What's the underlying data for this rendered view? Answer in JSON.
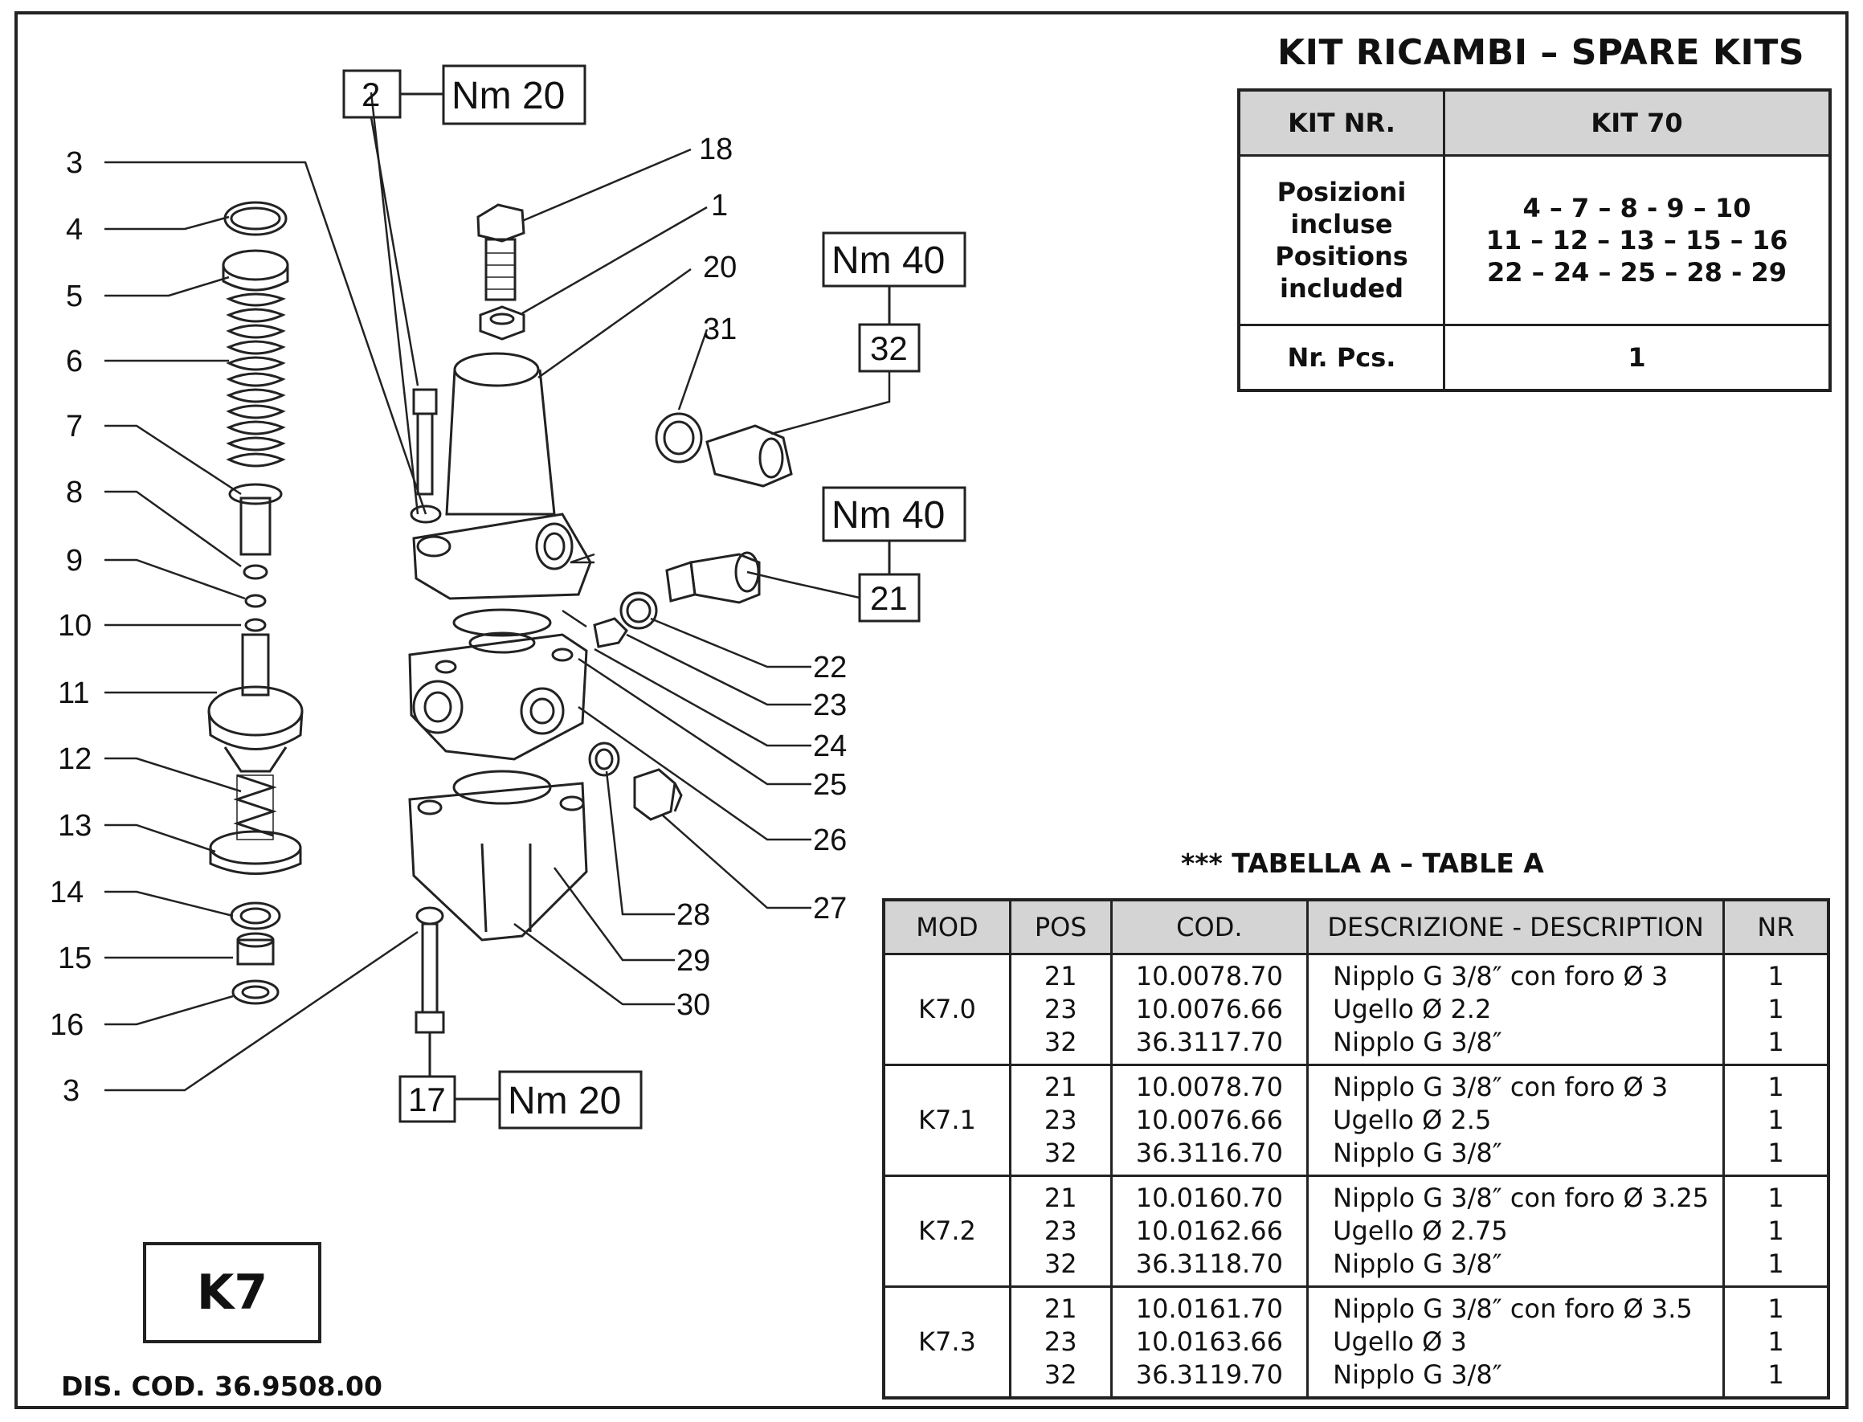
{
  "kit_section": {
    "title": "KIT RICAMBI – SPARE KITS",
    "header_label": "KIT NR.",
    "header_value": "KIT 70",
    "positions_label": [
      "Posizioni",
      "incluse",
      "Positions",
      "included"
    ],
    "positions_value": [
      "4 – 7 – 8 - 9 – 10",
      "11 – 12 – 13 – 15 – 16",
      "22 – 24 – 25 – 28 - 29"
    ],
    "pcs_label": "Nr. Pcs.",
    "pcs_value": "1"
  },
  "table_a": {
    "title": "*** TABELLA A – TABLE A",
    "headers": [
      "MOD",
      "POS",
      "COD.",
      "DESCRIZIONE - DESCRIPTION",
      "NR"
    ],
    "groups": [
      {
        "mod": "K7.0",
        "pos": [
          "21",
          "23",
          "32"
        ],
        "cod": [
          "10.0078.70",
          "10.0076.66",
          "36.3117.70"
        ],
        "desc": [
          "Nipplo G 3/8″ con foro Ø 3",
          "Ugello Ø 2.2",
          "Nipplo G 3/8″"
        ],
        "nr": [
          "1",
          "1",
          "1"
        ]
      },
      {
        "mod": "K7.1",
        "pos": [
          "21",
          "23",
          "32"
        ],
        "cod": [
          "10.0078.70",
          "10.0076.66",
          "36.3116.70"
        ],
        "desc": [
          "Nipplo G 3/8″ con foro Ø 3",
          "Ugello Ø 2.5",
          "Nipplo G 3/8″"
        ],
        "nr": [
          "1",
          "1",
          "1"
        ]
      },
      {
        "mod": "K7.2",
        "pos": [
          "21",
          "23",
          "32"
        ],
        "cod": [
          "10.0160.70",
          "10.0162.66",
          "36.3118.70"
        ],
        "desc": [
          "Nipplo G 3/8″ con foro Ø 3.25",
          "Ugello Ø 2.75",
          "Nipplo G 3/8″"
        ],
        "nr": [
          "1",
          "1",
          "1"
        ]
      },
      {
        "mod": "K7.3",
        "pos": [
          "21",
          "23",
          "32"
        ],
        "cod": [
          "10.0161.70",
          "10.0163.66",
          "36.3119.70"
        ],
        "desc": [
          "Nipplo G 3/8″ con foro Ø 3.5",
          "Ugello Ø 3",
          "Nipplo G 3/8″"
        ],
        "nr": [
          "1",
          "1",
          "1"
        ]
      }
    ]
  },
  "diagram": {
    "left_labels": [
      "3",
      "4",
      "5",
      "6",
      "7",
      "8",
      "9",
      "10",
      "11",
      "12",
      "13",
      "14",
      "15",
      "16",
      "3"
    ],
    "right_labels": [
      "18",
      "1",
      "20",
      "31",
      "22",
      "23",
      "24",
      "25",
      "26",
      "27",
      "28",
      "29",
      "30"
    ],
    "boxed": {
      "p2": "2",
      "p32": "32",
      "p21": "21",
      "p17": "17"
    },
    "torque": {
      "t2": "Nm 20",
      "t32": "Nm 40",
      "t21": "Nm 40",
      "t17": "Nm 20"
    }
  },
  "footer": {
    "model_box": "K7",
    "drawing_code": "DIS. COD. 36.9508.00"
  }
}
